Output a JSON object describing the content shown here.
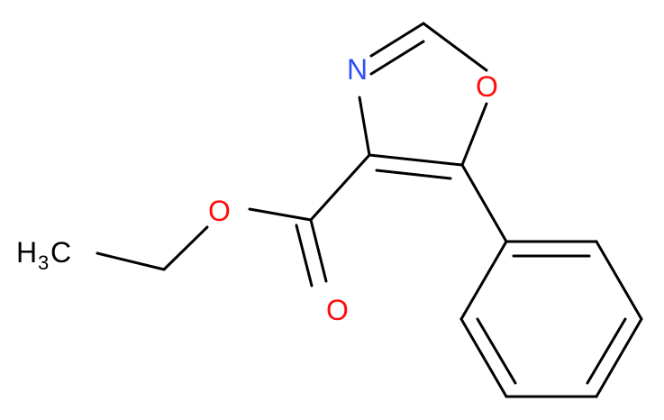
{
  "molecule": {
    "atoms": {
      "nitrogen": "N",
      "ring_oxygen": "O",
      "ester_oxygen": "O",
      "carbonyl_oxygen": "O",
      "methyl": {
        "element": "H",
        "subscript": "3",
        "carbon": "C"
      }
    },
    "colors": {
      "bond": "#000000",
      "nitrogen": "#3050f8",
      "oxygen": "#ff0d0d",
      "carbon_hydrogen": "#000000"
    }
  }
}
